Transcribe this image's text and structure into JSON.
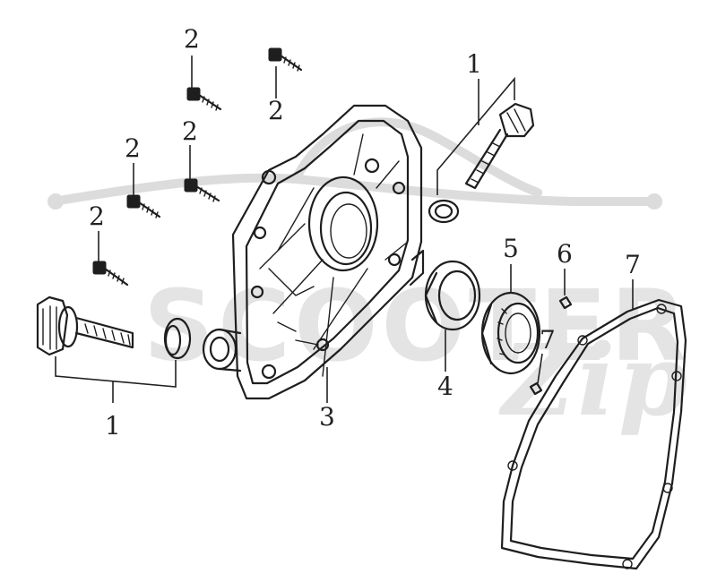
{
  "watermark": {
    "brand": "SCOOTER",
    "suffix": "Zip"
  },
  "callouts": [
    {
      "id": "1a",
      "text": "1"
    },
    {
      "id": "1b",
      "text": "1"
    },
    {
      "id": "2a",
      "text": "2"
    },
    {
      "id": "2b",
      "text": "2"
    },
    {
      "id": "2c",
      "text": "2"
    },
    {
      "id": "2d",
      "text": "2"
    },
    {
      "id": "2e",
      "text": "2"
    },
    {
      "id": "3",
      "text": "3"
    },
    {
      "id": "4",
      "text": "4"
    },
    {
      "id": "5",
      "text": "5"
    },
    {
      "id": "6",
      "text": "6"
    },
    {
      "id": "7a",
      "text": "7"
    },
    {
      "id": "7b",
      "text": "7"
    }
  ]
}
